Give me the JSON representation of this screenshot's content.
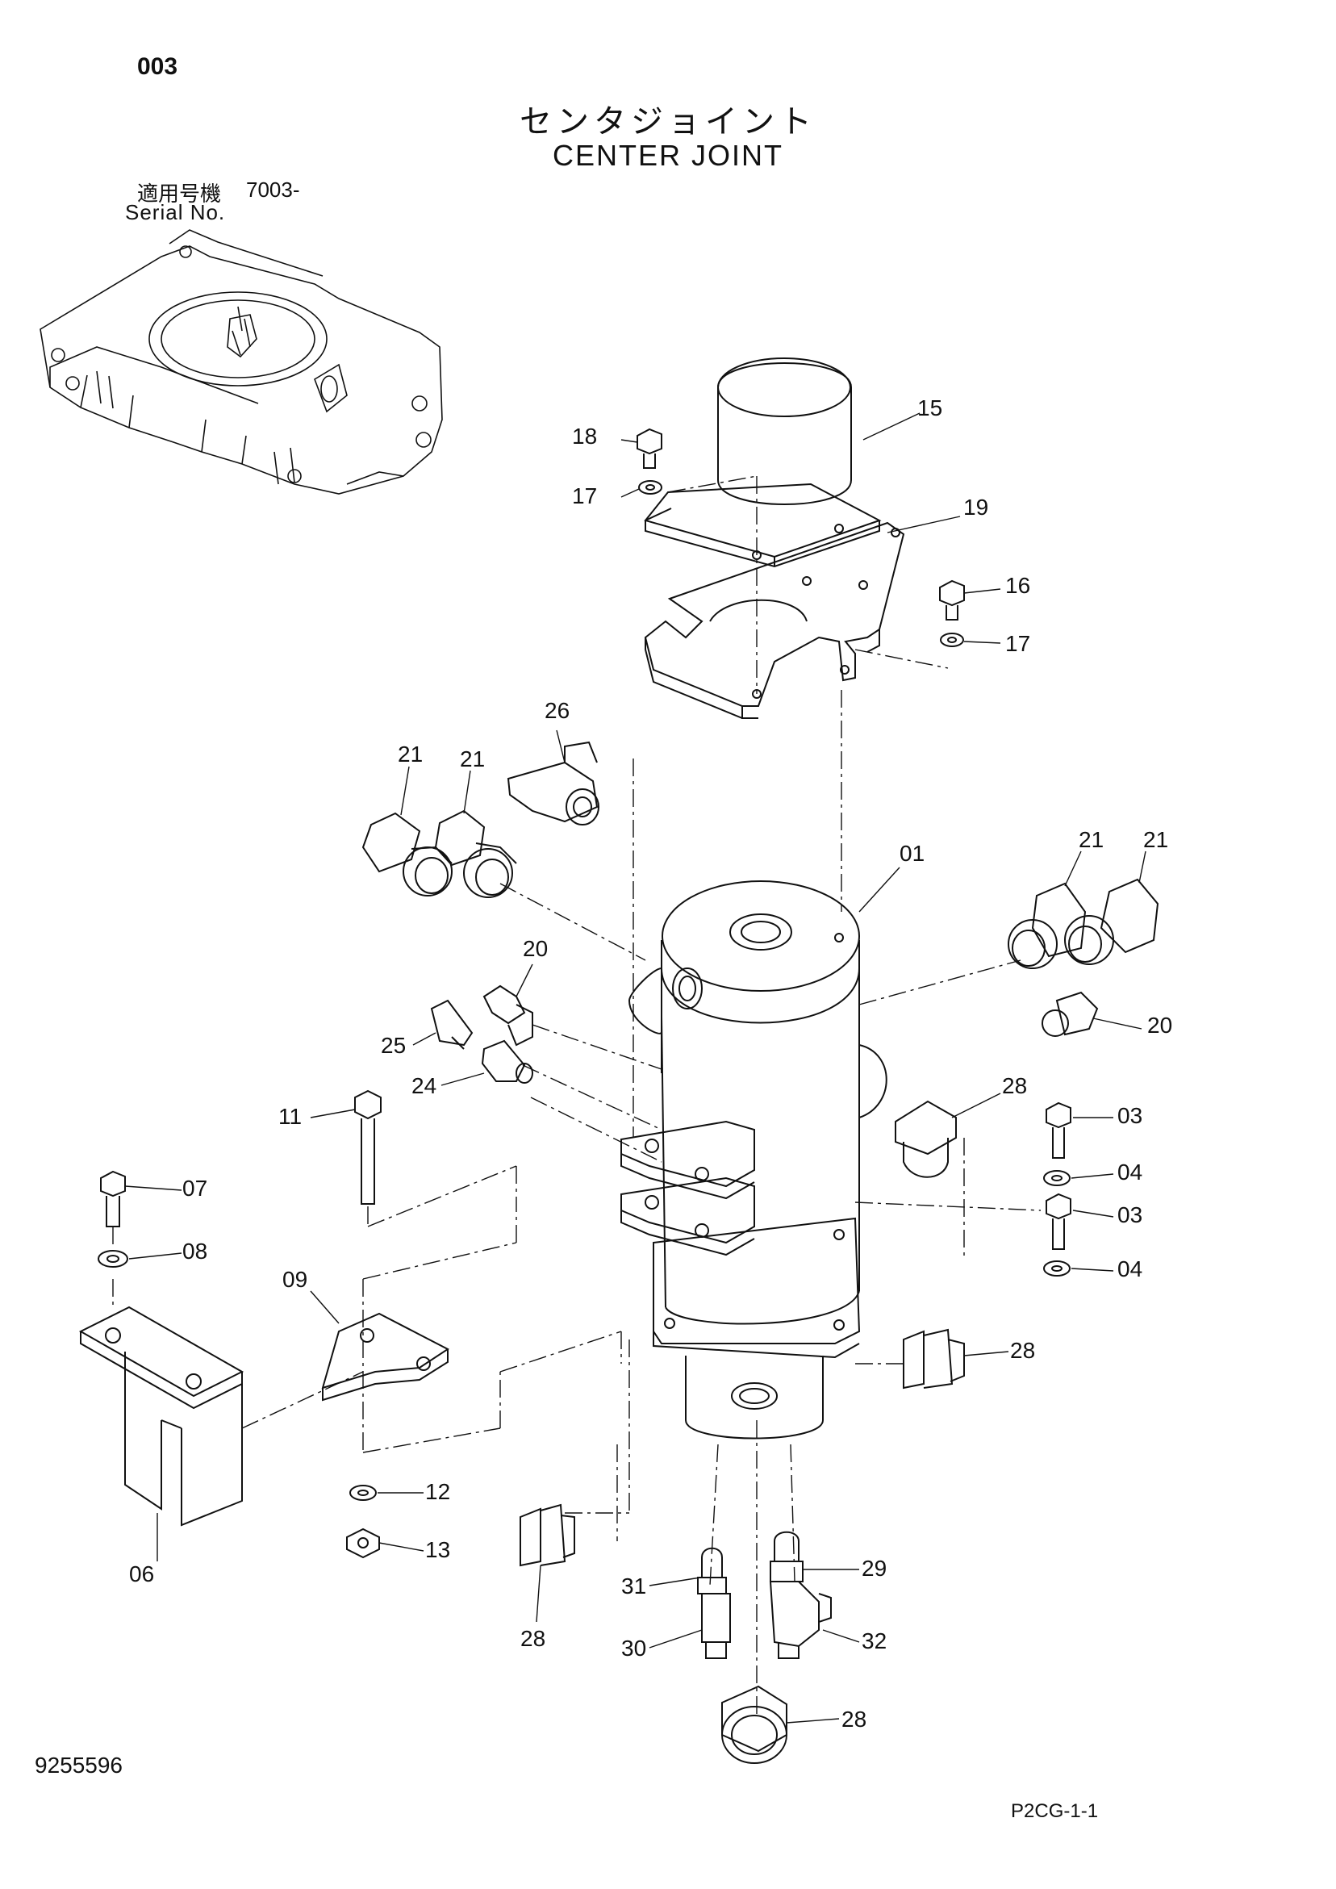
{
  "page_number": "003",
  "title_jp": "センタジョイント",
  "title_en": "CENTER JOINT",
  "serial": {
    "label_jp": "適用号機",
    "value": "7003-",
    "label_en": "Serial No."
  },
  "drawing_number": "9255596",
  "sheet_code": "P2CG-1-1",
  "callouts": {
    "c01": "01",
    "c03a": "03",
    "c03b": "03",
    "c04a": "04",
    "c04b": "04",
    "c06": "06",
    "c07": "07",
    "c08": "08",
    "c09": "09",
    "c11": "11",
    "c12": "12",
    "c13": "13",
    "c15": "15",
    "c16": "16",
    "c17a": "17",
    "c17b": "17",
    "c18": "18",
    "c19": "19",
    "c20a": "20",
    "c20b": "20",
    "c21a": "21",
    "c21b": "21",
    "c21c": "21",
    "c21d": "21",
    "c24": "24",
    "c25": "25",
    "c26": "26",
    "c28a": "28",
    "c28b": "28",
    "c28c": "28",
    "c28d": "28",
    "c29": "29",
    "c30": "30",
    "c31": "31",
    "c32": "32"
  }
}
